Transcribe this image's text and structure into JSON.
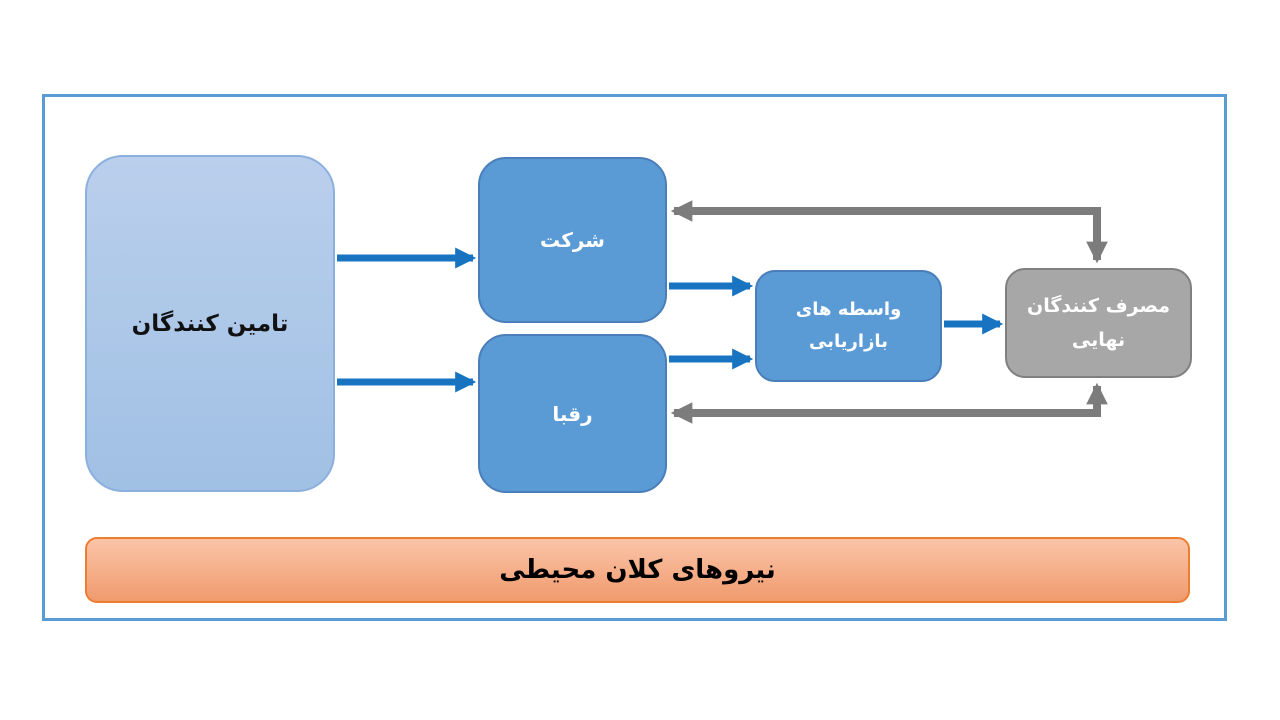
{
  "diagram": {
    "title": "micro-environment marketing flow diagram",
    "nodes": {
      "suppliers": {
        "label": "تامین کنندگان"
      },
      "company": {
        "label": "شرکت"
      },
      "competitors": {
        "label": "رقبا"
      },
      "intermediaries": {
        "label": "واسطه های\nبازاریابی"
      },
      "consumers": {
        "label": "مصرف کنندگان\nنهایی"
      },
      "environment": {
        "label": "نیروهای کلان محیطی"
      }
    },
    "colors": {
      "frame_border": "#5B9BD5",
      "node_blue": "#5B9BD5",
      "node_blue_border": "#4A7EBB",
      "node_lightblue_top": "#BACFEC",
      "node_lightblue_bottom": "#A0C0E4",
      "node_lightblue_border": "#8CB0DD",
      "node_gray": "#A7A7A7",
      "node_gray_border": "#808080",
      "env_orange_top": "#FBC4A8",
      "env_orange_bottom": "#F09B6E",
      "env_orange_border": "#ED7D31",
      "arrow_blue": "#1874C0",
      "arrow_gray": "#7C7C7C"
    }
  }
}
